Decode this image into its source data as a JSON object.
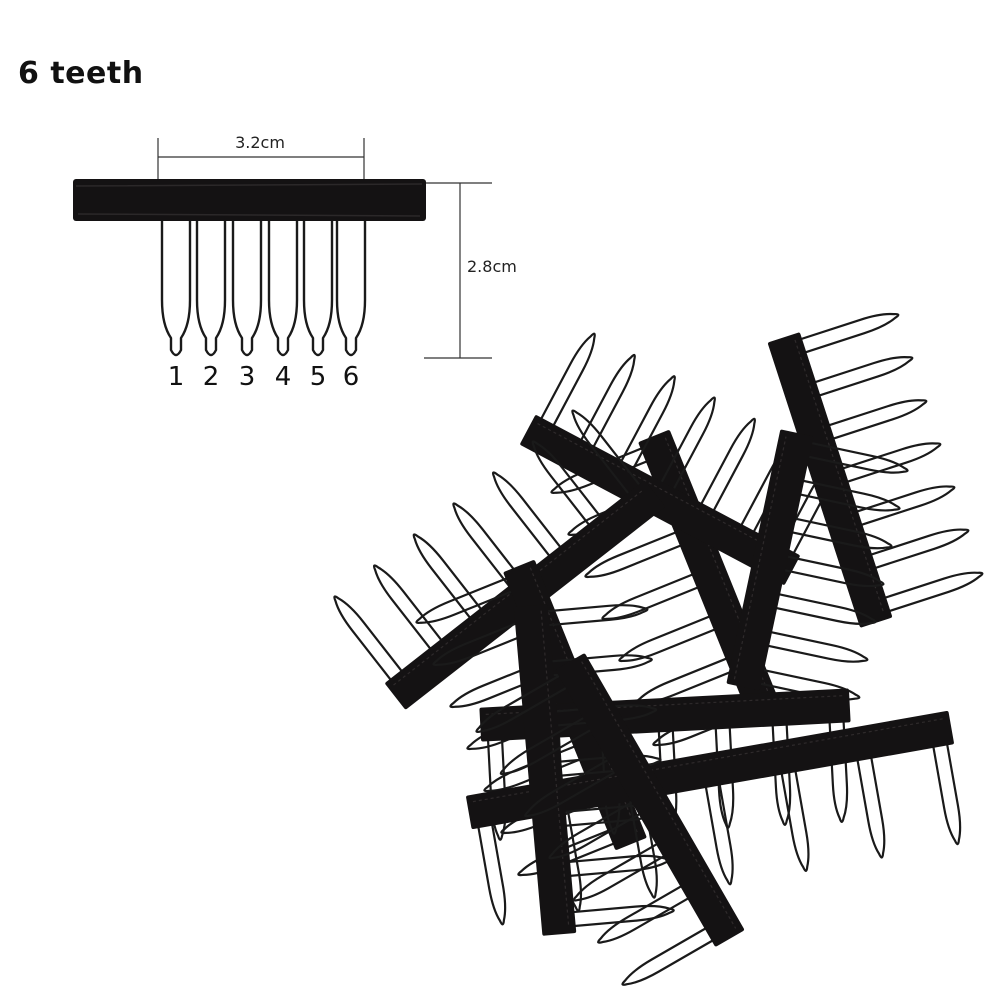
{
  "product": {
    "heading": "6 teeth"
  },
  "diagram": {
    "width_label": "3.2cm",
    "height_label": "2.8cm",
    "tooth_numbers": [
      "1",
      "2",
      "3",
      "4",
      "5",
      "6"
    ]
  },
  "colors": {
    "fabric": "#141213",
    "wire": "#1a1a1a",
    "dimension_line": "#333333"
  },
  "photo": {
    "subject": "pile-of-wig-combs",
    "comb_count": 10
  }
}
